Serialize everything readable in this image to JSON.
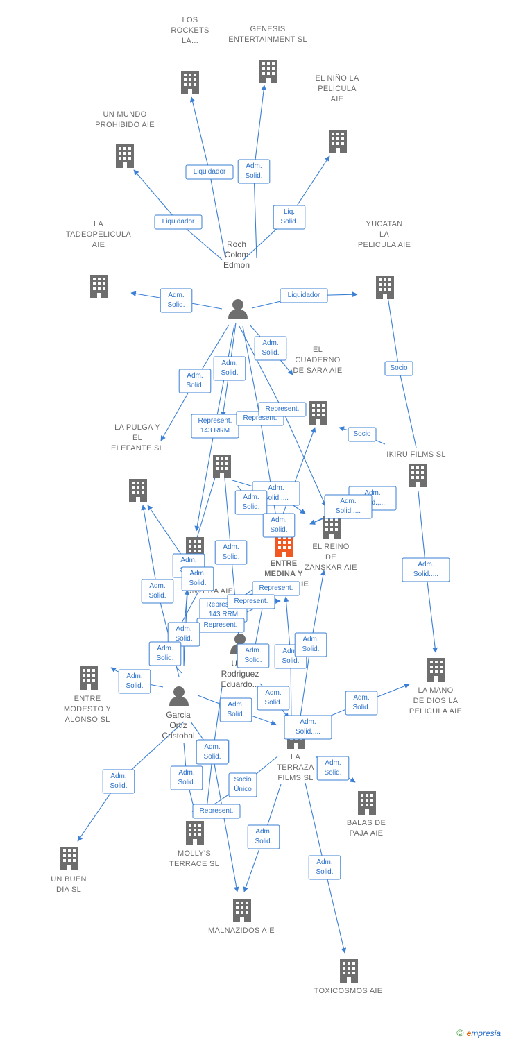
{
  "colors": {
    "edge": "#3a7fd5",
    "icon": "#6e6e6e",
    "main": "#f05a22"
  },
  "nodes": [
    {
      "id": "rockets",
      "type": "company",
      "label": [
        "LOS",
        "ROCKETS",
        "LA..."
      ]
    },
    {
      "id": "genesis",
      "type": "company",
      "label": [
        "GENESIS",
        "ENTERTAINMENT SL"
      ]
    },
    {
      "id": "nino",
      "type": "company",
      "label": [
        "EL NIÑO LA",
        "PELICULA",
        "AIE"
      ]
    },
    {
      "id": "mundo",
      "type": "company",
      "label": [
        "UN MUNDO",
        "PROHIBIDO AIE"
      ]
    },
    {
      "id": "tadeo",
      "type": "company",
      "label": [
        "LA",
        "TADEOPELICULA",
        "AIE"
      ]
    },
    {
      "id": "yucatan",
      "type": "company",
      "label": [
        "YUCATAN",
        "LA",
        "PELICULA AIE"
      ]
    },
    {
      "id": "cuaderno",
      "type": "company",
      "label": [
        "EL",
        "CUADERNO",
        "DE SARA AIE"
      ]
    },
    {
      "id": "ikiru",
      "type": "company",
      "label": [
        "IKIRU FILMS SL"
      ]
    },
    {
      "id": "pulga",
      "type": "company",
      "label": [
        "LA PULGA Y",
        "EL",
        "ELEFANTE  SL"
      ]
    },
    {
      "id": "tente",
      "type": "company",
      "label": [
        "T...ENTE",
        "SL"
      ]
    },
    {
      "id": "zanskar",
      "type": "company",
      "label": [
        "EL REINO",
        "DE",
        "ZANSKAR  AIE"
      ]
    },
    {
      "id": "entremed",
      "type": "main",
      "label": [
        "ENTRE",
        "MEDINA Y",
        "GENARO AIE"
      ]
    },
    {
      "id": "ontera",
      "type": "company",
      "label": [
        "...ONTERA  AIE"
      ]
    },
    {
      "id": "modesto",
      "type": "company",
      "label": [
        "ENTRE",
        "MODESTO Y",
        "ALONSO  SL"
      ]
    },
    {
      "id": "mano",
      "type": "company",
      "label": [
        "LA MANO",
        "DE DIOS LA",
        "PELICULA AIE"
      ]
    },
    {
      "id": "terraza",
      "type": "company",
      "label": [
        "LA",
        "TERRAZA",
        "FILMS  SL"
      ]
    },
    {
      "id": "balas",
      "type": "company",
      "label": [
        "BALAS DE",
        "PAJA AIE"
      ]
    },
    {
      "id": "molly",
      "type": "company",
      "label": [
        "MOLLY'S",
        "TERRACE  SL"
      ]
    },
    {
      "id": "buendia",
      "type": "company",
      "label": [
        "UN BUEN",
        "DIA  SL"
      ]
    },
    {
      "id": "malnazidos",
      "type": "company",
      "label": [
        "MALNAZIDOS AIE"
      ]
    },
    {
      "id": "toxicosmos",
      "type": "company",
      "label": [
        "TOXICOSMOS AIE"
      ]
    },
    {
      "id": "roch",
      "type": "person",
      "label": [
        "Roch",
        "Colom",
        "Edmon"
      ]
    },
    {
      "id": "ugarte",
      "type": "person",
      "label": [
        "Ug...",
        "Rodriguez",
        "Eduardo..."
      ]
    },
    {
      "id": "garcia",
      "type": "person",
      "label": [
        "Garcia",
        "Ortiz",
        "Cristobal"
      ]
    }
  ],
  "edges": [
    {
      "label": [
        "Liquidador"
      ]
    },
    {
      "label": [
        "Adm.",
        "Solid."
      ]
    },
    {
      "label": [
        "Liq.",
        "Solid."
      ]
    },
    {
      "label": [
        "Liquidador"
      ]
    },
    {
      "label": [
        "Adm.",
        "Solid."
      ]
    },
    {
      "label": [
        "Liquidador"
      ]
    },
    {
      "label": [
        "Adm.",
        "Solid."
      ]
    },
    {
      "label": [
        "Adm.",
        "Solid."
      ]
    },
    {
      "label": [
        "Adm.",
        "Solid."
      ]
    },
    {
      "label": [
        "Represent.",
        "143 RRM"
      ]
    },
    {
      "label": [
        "Represent."
      ]
    },
    {
      "label": [
        "Represent."
      ]
    },
    {
      "label": [
        "Socio"
      ]
    },
    {
      "label": [
        "Socio"
      ]
    },
    {
      "label": [
        "Adm.",
        "Solid.,..."
      ]
    },
    {
      "label": [
        "Adm.",
        "Solid.,..."
      ]
    },
    {
      "label": [
        "Adm.",
        "Solid.,..."
      ]
    },
    {
      "label": [
        "Adm.",
        "Solid."
      ]
    },
    {
      "label": [
        "Adm.",
        "Solid."
      ]
    },
    {
      "label": [
        "Adm.",
        "Solid....."
      ]
    },
    {
      "label": [
        "Adm.",
        "Solid."
      ]
    },
    {
      "label": [
        "Adm.",
        "Solid."
      ]
    },
    {
      "label": [
        "Adm.",
        "Solid."
      ]
    },
    {
      "label": [
        "Adm.",
        "Solid."
      ]
    },
    {
      "label": [
        "Represent.",
        "143 RRM"
      ]
    },
    {
      "label": [
        "Represent."
      ]
    },
    {
      "label": [
        "Represent."
      ]
    },
    {
      "label": [
        "Represent."
      ]
    },
    {
      "label": [
        "Adm.",
        "Solid."
      ]
    },
    {
      "label": [
        "Adm.",
        "Solid."
      ]
    },
    {
      "label": [
        "Adm.",
        "Solid."
      ]
    },
    {
      "label": [
        "Adm.",
        "Solid."
      ]
    },
    {
      "label": [
        "Adm.",
        "Solid."
      ]
    },
    {
      "label": [
        "Adm.",
        "Solid."
      ]
    },
    {
      "label": [
        "Adm.",
        "Solid."
      ]
    },
    {
      "label": [
        "Adm.",
        "Solid."
      ]
    },
    {
      "label": [
        "Adm.",
        "Solid."
      ]
    },
    {
      "label": [
        "Adm.",
        "Solid.,..."
      ]
    },
    {
      "label": [
        "Adm.",
        "Solid."
      ]
    },
    {
      "label": [
        "Adm.",
        "Solid."
      ]
    },
    {
      "label": [
        "Adm.",
        "Solid."
      ]
    },
    {
      "label": [
        "Adm.",
        "Solid."
      ]
    },
    {
      "label": [
        "Socio",
        "Único"
      ]
    },
    {
      "label": [
        "Represent."
      ]
    },
    {
      "label": [
        "Adm.",
        "Solid."
      ]
    },
    {
      "label": [
        "Adm.",
        "Solid."
      ]
    },
    {
      "label": [
        "Adm.",
        "Solid."
      ]
    }
  ],
  "footer": {
    "symbol": "©",
    "brand_e": "e",
    "brand_rest": "mpresia"
  }
}
